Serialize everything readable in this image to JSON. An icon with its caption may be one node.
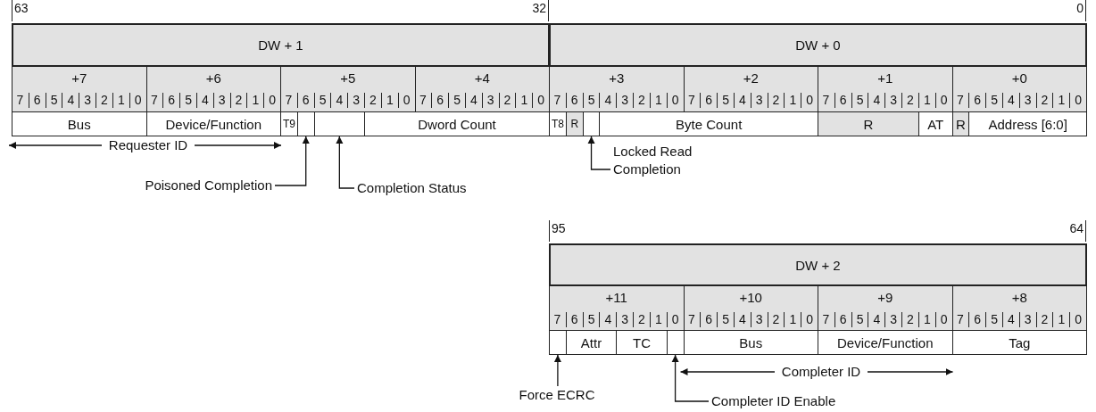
{
  "diagram": {
    "nodes": [
      {
        "text": [
          "DW + 1"
        ],
        "beside": [
          "63",
          "32"
        ]
      },
      {
        "text": [
          "DW + 0"
        ],
        "beside": [
          "0"
        ]
      },
      {
        "text": [
          "+7"
        ]
      },
      {
        "text": [
          "+6"
        ]
      },
      {
        "text": [
          "+5"
        ]
      },
      {
        "text": [
          "+4"
        ]
      },
      {
        "text": [
          "+3"
        ]
      },
      {
        "text": [
          "+2"
        ]
      },
      {
        "text": [
          "+1"
        ]
      },
      {
        "text": [
          "+0"
        ]
      },
      {
        "text": [
          "Bus"
        ]
      },
      {
        "text": [
          "Device/Function"
        ]
      },
      {
        "text": [
          "T9"
        ]
      },
      {
        "text": [],
        "shape": "box"
      },
      {
        "text": [],
        "shape": "box"
      },
      {
        "text": [
          "Dword Count"
        ]
      },
      {
        "text": [
          "T8"
        ]
      },
      {
        "text": [
          "R"
        ]
      },
      {
        "text": [],
        "shape": "box"
      },
      {
        "text": [
          "Byte Count"
        ]
      },
      {
        "text": [
          "R"
        ]
      },
      {
        "text": [
          "AT"
        ]
      },
      {
        "text": [
          "R"
        ]
      },
      {
        "text": [
          "Address [6:0]"
        ]
      },
      {
        "text": [
          "Poisoned Completion"
        ]
      },
      {
        "text": [
          "Completion Status"
        ]
      },
      {
        "text": [
          "Locked Read Completion"
        ]
      },
      {
        "text": [
          "DW + 2"
        ],
        "beside": [
          "95",
          "64"
        ]
      },
      {
        "text": [
          "+11"
        ]
      },
      {
        "text": [
          "+10"
        ]
      },
      {
        "text": [
          "+9"
        ]
      },
      {
        "text": [
          "+8"
        ]
      },
      {
        "text": [],
        "shape": "box"
      },
      {
        "text": [
          "Attr"
        ]
      },
      {
        "text": [
          "TC"
        ]
      },
      {
        "text": [],
        "shape": "box"
      },
      {
        "text": [
          "Bus"
        ]
      },
      {
        "text": [
          "Device/Function"
        ]
      },
      {
        "text": [
          "Tag"
        ]
      },
      {
        "text": [
          "Force ECRC"
        ]
      },
      {
        "text": [
          "Completer ID Enable"
        ]
      },
      {
        "text": [
          "Requester ID"
        ]
      },
      {
        "text": [
          "Completer ID"
        ]
      }
    ],
    "edges": [
      {
        "from": 24,
        "to": 13,
        "arrow": "to"
      },
      {
        "from": 25,
        "to": 14,
        "arrow": "to"
      },
      {
        "from": 26,
        "to": 18,
        "arrow": "to"
      },
      {
        "from": 39,
        "to": 32,
        "arrow": "to"
      },
      {
        "from": 40,
        "to": 35,
        "arrow": "to"
      },
      {
        "from": 41,
        "to": 10,
        "arrow": "to"
      },
      {
        "from": 41,
        "to": 11,
        "arrow": "to"
      },
      {
        "from": 42,
        "to": 36,
        "arrow": "to"
      },
      {
        "from": 42,
        "to": 37,
        "arrow": "to"
      }
    ],
    "labels": [
      "7",
      "6",
      "5",
      "4",
      "3",
      "2",
      "1",
      "0",
      "7",
      "6",
      "5",
      "4",
      "3",
      "2",
      "1",
      "0",
      "7",
      "6",
      "5",
      "4",
      "3",
      "2",
      "1",
      "0",
      "7",
      "6",
      "5",
      "4",
      "3",
      "2",
      "1",
      "0",
      "7",
      "6",
      "5",
      "4",
      "3",
      "2",
      "1",
      "0",
      "7",
      "6",
      "5",
      "4",
      "3",
      "2",
      "1",
      "0",
      "7",
      "6",
      "5",
      "4",
      "3",
      "2",
      "1",
      "0",
      "7",
      "6",
      "5",
      "4",
      "3",
      "2",
      "1",
      "0",
      "7",
      "6",
      "5",
      "4",
      "3",
      "2",
      "1",
      "0",
      "7",
      "6",
      "5",
      "4",
      "3",
      "2",
      "1",
      "0",
      "7",
      "6",
      "5",
      "4",
      "3",
      "2",
      "1",
      "0",
      "7",
      "6",
      "5",
      "4",
      "3",
      "2",
      "1",
      "0"
    ]
  }
}
